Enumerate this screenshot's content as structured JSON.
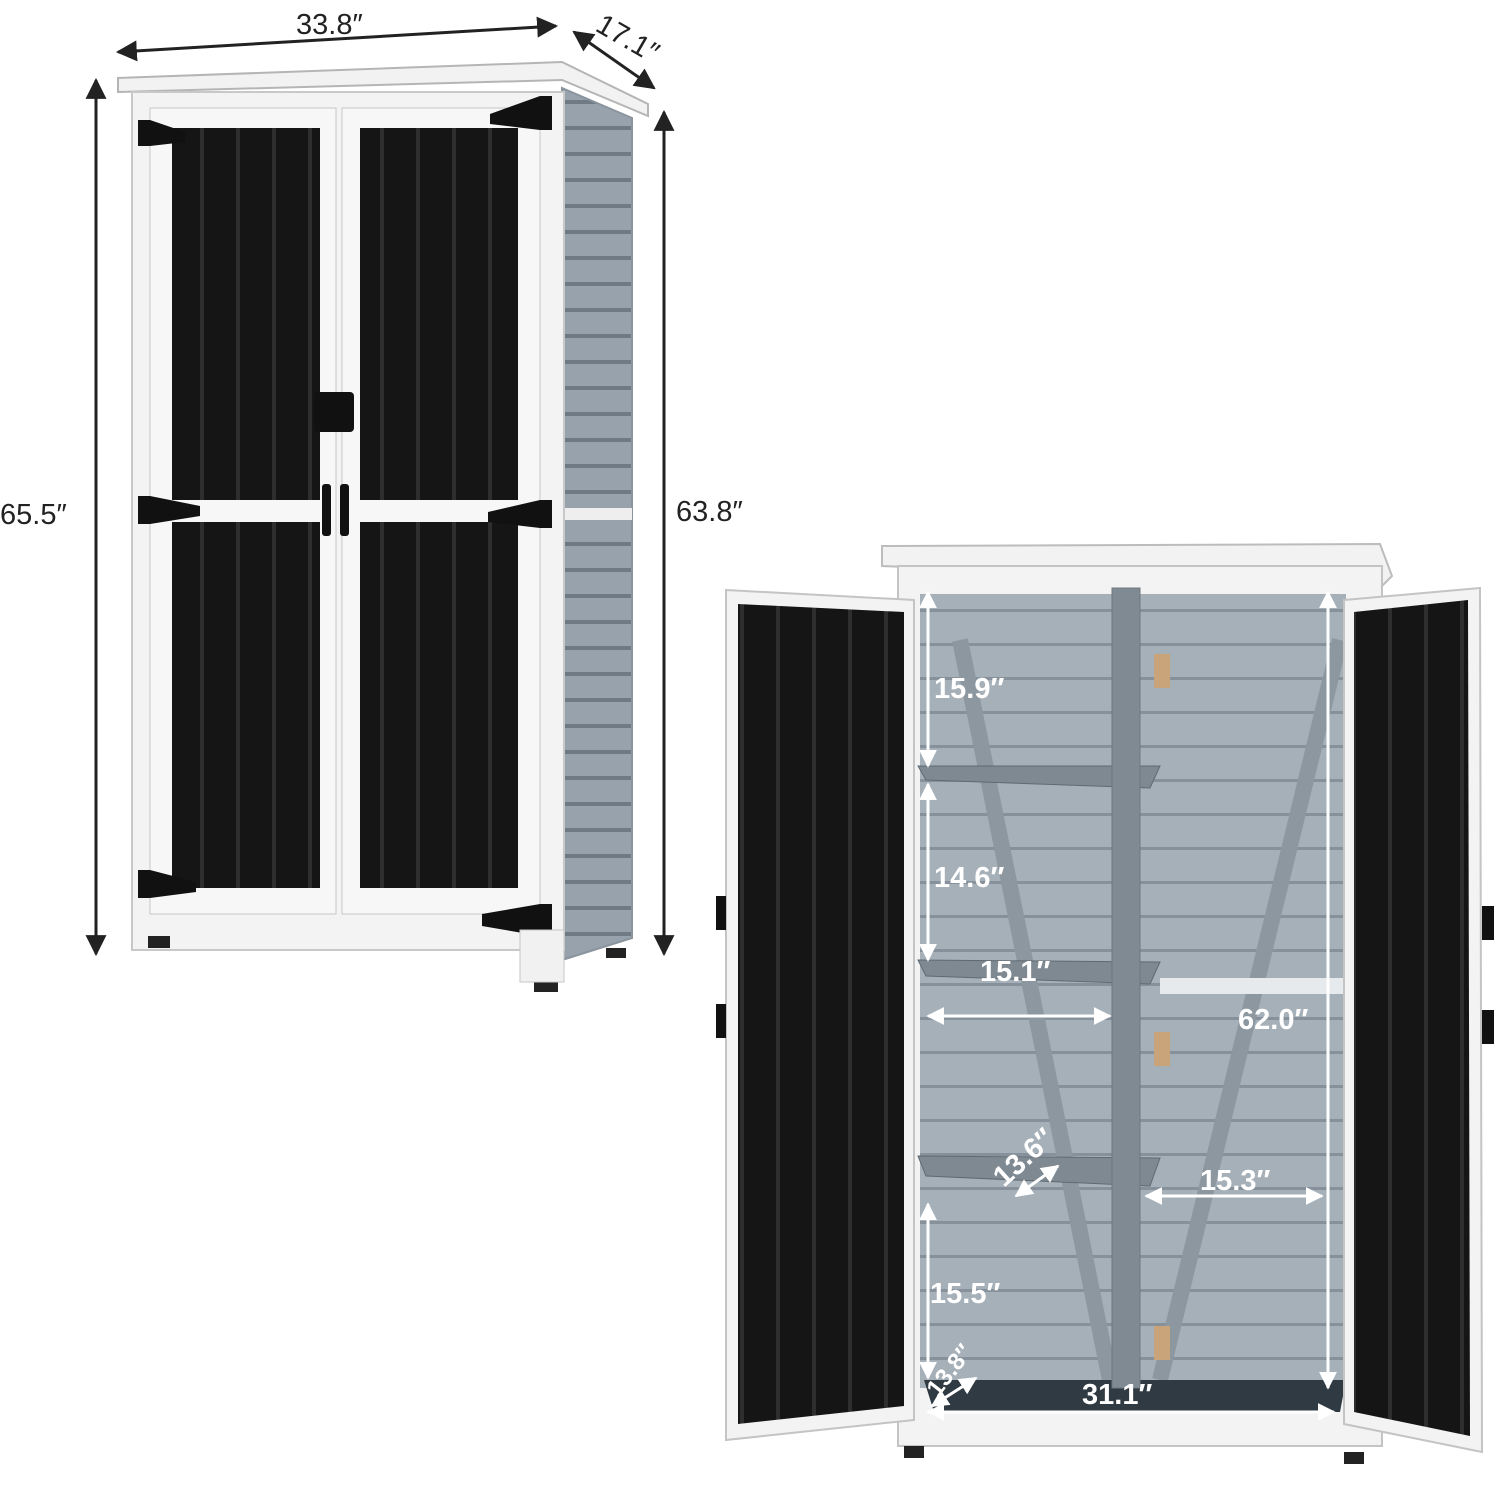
{
  "closed_view": {
    "dimensions": {
      "width": "33.8″",
      "depth": "17.1″",
      "overall_height": "65.5″",
      "body_height": "63.8″"
    }
  },
  "open_view": {
    "dimensions": {
      "top_shelf_gap": "15.9″",
      "middle_shelf_gap": "14.6″",
      "shelf_width": "15.1″",
      "shelf_depth": "13.6″",
      "bottom_shelf_gap": "15.5″",
      "floor_depth": "13.8″",
      "interior_width": "31.1″",
      "interior_height": "62.0″",
      "right_compartment_width": "15.3″"
    }
  },
  "colors": {
    "frame": "#f4f4f4",
    "panel": "#141414",
    "siding": "#8e99a4",
    "interior": "#a3adb6",
    "hardware": "#111111"
  }
}
